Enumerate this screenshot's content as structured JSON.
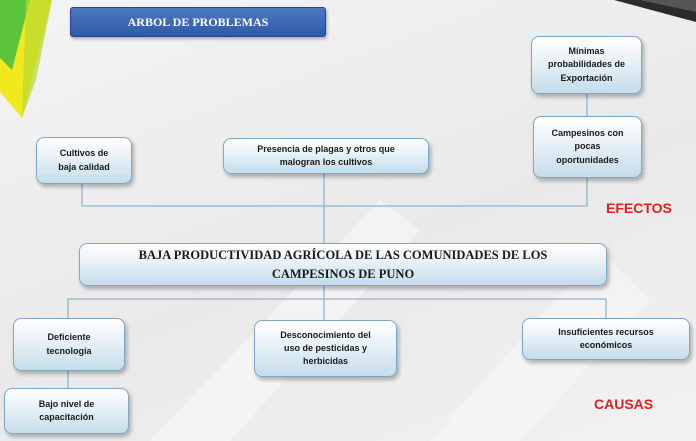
{
  "title": "ARBOL DE PROBLEMAS",
  "labels": {
    "effects": "EFECTOS",
    "causes": "CAUSAS"
  },
  "main_problem": {
    "line1": "BAJA PRODUCTIVIDAD AGRÍCOLA DE  LAS COMUNIDADES DE LOS",
    "line2": "CAMPESINOS DE PUNO"
  },
  "effects": {
    "exports": {
      "line1": "Mínimas",
      "line2": "probabilidades de",
      "line3": "Exportación"
    },
    "crops": {
      "line1": "Cultivos de",
      "line2": "baja calidad"
    },
    "pests": {
      "line1": "Presencia de plagas y otros que",
      "line2": "malogran  los cultivos"
    },
    "opportunities": {
      "line1": "Campesinos con",
      "line2": "pocas",
      "line3": "oportunidades"
    }
  },
  "causes": {
    "technology": {
      "line1": "Deficiente",
      "line2": "tecnología"
    },
    "training": {
      "line1": "Bajo nivel  de",
      "line2": "capacitación"
    },
    "pesticides": {
      "line1": "Desconocimiento del",
      "line2": "uso de pesticidas y",
      "line3": "herbicidas"
    },
    "resources": {
      "line1": "Insuficientes recursos",
      "line2": "económicos"
    }
  },
  "colors": {
    "title_bg": "#2f5aa6",
    "label_red": "#e02020",
    "node_border": "#7fa9c2",
    "connector": "#8fb5cc",
    "corner_green": "#5cc43b",
    "corner_yellow": "#e8e31c"
  }
}
